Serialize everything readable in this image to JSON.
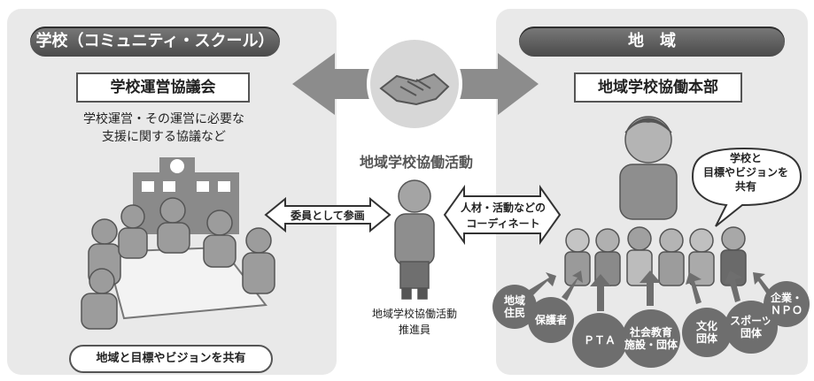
{
  "school": {
    "title": "学校（コミュニティ・スクール）",
    "council": "学校運営協議会",
    "desc_line1": "学校運営・その運営に必要な",
    "desc_line2": "支援に関する協議など",
    "shared": "地域と目標やビジョンを共有"
  },
  "center": {
    "activity": "地域学校協働活動",
    "participate": "委員として参画",
    "coordinate_line1": "人材・活動などの",
    "coordinate_line2": "コーディネート",
    "promoter_line1": "地域学校協働活動",
    "promoter_line2": "推進員"
  },
  "region": {
    "title": "地　域",
    "hq": "地域学校協働本部",
    "bubble_line1": "学校と",
    "bubble_line2": "目標やビジョンを",
    "bubble_line3": "共有",
    "groups": [
      {
        "line1": "地域",
        "line2": "住民"
      },
      {
        "line1": "保護者",
        "line2": ""
      },
      {
        "line1": "ＰＴＡ",
        "line2": ""
      },
      {
        "line1": "社会教育",
        "line2": "施設・団体"
      },
      {
        "line1": "文化",
        "line2": "団体"
      },
      {
        "line1": "スポーツ",
        "line2": "団体"
      },
      {
        "line1": "企業・",
        "line2": "ＮＰＯ"
      }
    ]
  },
  "colors": {
    "panel": "#e9e9e9",
    "dark": "#5a5a5a",
    "arrow": "#8c8c8c",
    "circle": "#6e6e6e"
  }
}
